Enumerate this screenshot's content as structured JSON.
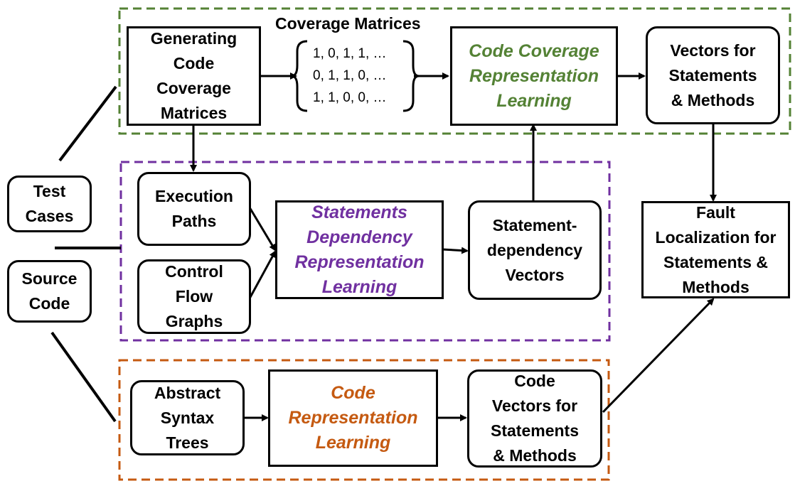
{
  "regions": {
    "coverage": {
      "title": "Coverage Matrices",
      "color": "#548235"
    },
    "dependency": {
      "color": "#7030a0"
    },
    "code": {
      "color": "#c55a11"
    }
  },
  "inputs": {
    "test_cases": "Test\nCases",
    "source_code": "Source\nCode"
  },
  "coverage_row": {
    "generating": "Generating\nCode\nCoverage\nMatrices",
    "matrix_rows": "1, 0, 1, 1, …\n0, 1, 1, 0, …\n1, 1, 0, 0, …",
    "learning": "Code Coverage\nRepresentation\nLearning",
    "vectors": "Vectors for\nStatements\n& Methods"
  },
  "dependency_row": {
    "execution_paths": "Execution\nPaths",
    "control_flow": "Control\nFlow\nGraphs",
    "learning": "Statements\nDependency\nRepresentation\nLearning",
    "vectors": "Statement-\ndependency\nVectors"
  },
  "code_row": {
    "ast": "Abstract\nSyntax\nTrees",
    "learning": "Code\nRepresentation\nLearning",
    "vectors": "Code\nVectors for\nStatements\n& Methods"
  },
  "output": {
    "fault_localization": "Fault\nLocalization for\nStatements &\nMethods"
  }
}
